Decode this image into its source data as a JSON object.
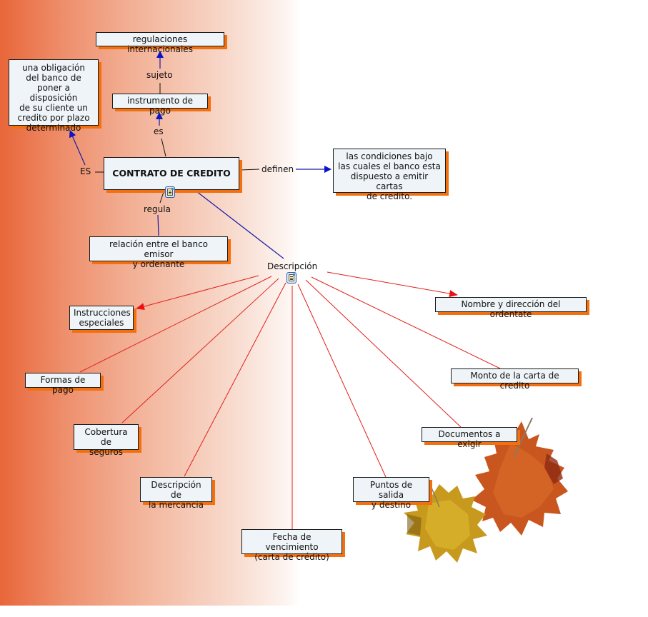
{
  "map": {
    "central": "CONTRATO DE CREDITO",
    "nodes": {
      "regulaciones": "regulaciones internacionales",
      "instrumento": "instrumento de pago",
      "obligacion": "una obligación\ndel banco de\nponer a disposición\nde su cliente un\ncredito por plazo\ndeterminado",
      "condiciones": "las condiciones bajo\nlas cuales el banco esta\ndispuesto a emitir cartas\nde credito.",
      "relacion": "relación entre el banco emisor\ny ordenante",
      "instrucciones": "Instrucciones\nespeciales",
      "formas": "Formas de pago",
      "cobertura": "Cobertura de\nseguros",
      "mercancia": "Descripción de\nla mercancia",
      "fecha": "Fecha de vencimiento\n(carta de crédito)",
      "puntos": "Puntos de salida\ny destino",
      "documentos": "Documentos a exigir",
      "monto": "Monto de la carta de credito",
      "nombre": "Nombre y dirección del ordentate"
    },
    "links": {
      "sujeto": "sujeto",
      "es": "es",
      "ES": "ES",
      "definen": "definen",
      "regula": "regula",
      "descripcion": "Descripción"
    }
  },
  "colors": {
    "node_fill": "#eef4f7",
    "node_shadow": "#f2700f",
    "blue_link": "#1a1aa8",
    "red_link": "#e0201a",
    "arrow_blue": "#0a14c8",
    "arrow_red": "#ee1010"
  }
}
